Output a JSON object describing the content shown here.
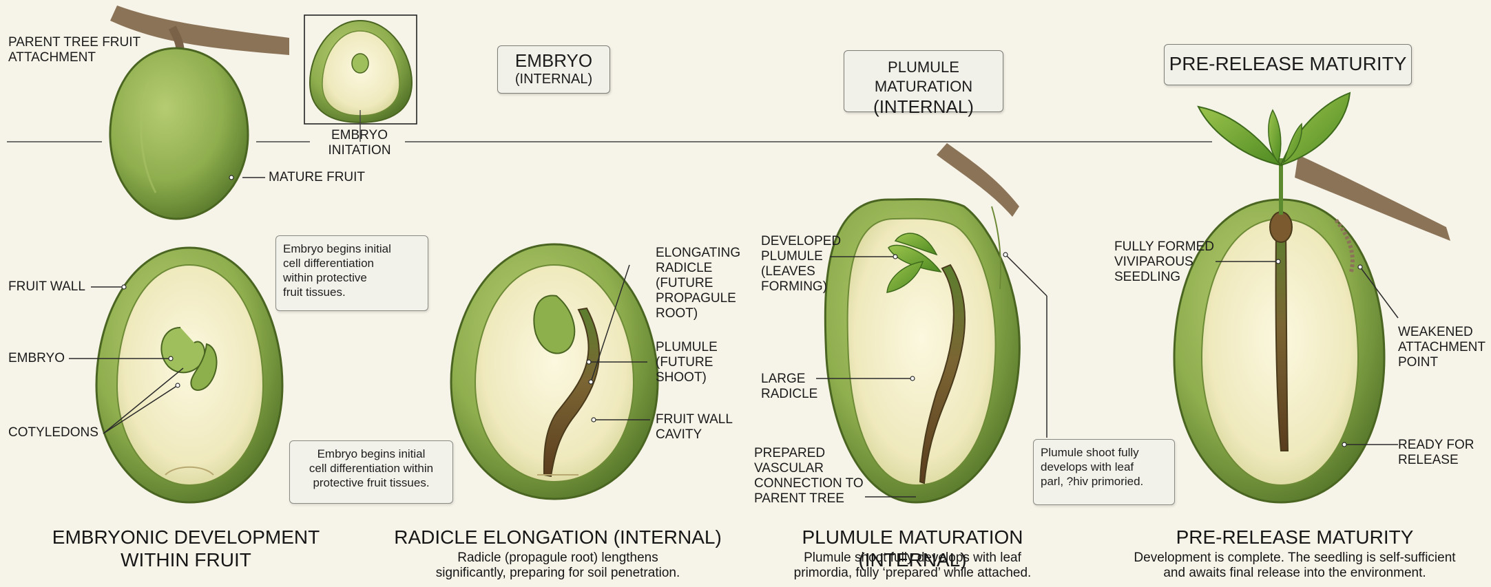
{
  "top_labels": {
    "parent_attachment": "PARENT TREE FRUIT\nATTACHMENT",
    "mature_fruit": "MATURE FRUIT",
    "embryo_initiation": "EMBRYO\nINITATION"
  },
  "header_boxes": {
    "embryo_title": "EMBRYO",
    "embryo_sub": "(INTERNAL)",
    "plumule_title": "PLUMULE MATURATION",
    "plumule_sub": "(INTERNAL)",
    "prerelease_title": "PRE-RELEASE MATURITY"
  },
  "stage1": {
    "fruit_wall": "FRUIT WALL",
    "embryo": "EMBRYO",
    "cotyledons": "COTYLEDONS",
    "note_top": "Embryo begins initial\ncell differentiation\nwithin protective\nfruit tissues.",
    "note_bottom": "Embryo begins initial\ncell differentiation within\nprotective fruit tissues.",
    "title": "EMBRYONIC DEVELOPMENT\nWITHIN FRUIT"
  },
  "stage2": {
    "elongating_radicle": "ELONGATING\nRADICLE\n(FUTURE\nPROPAGULE\nROOT)",
    "plumule": "PLUMULE\n(FUTURE\nSHOOT)",
    "cavity": "FRUIT WALL\nCAVITY",
    "title": "RADICLE ELONGATION (INTERNAL)",
    "desc": "Radicle (propagule root) lengthens\nsignificantly, preparing for soil penetration."
  },
  "stage3": {
    "developed_plumule": "DEVELOPED\nPLUMULE\n(LEAVES\nFORMING)",
    "large_radicle": "LARGE\nRADICLE",
    "vascular": "PREPARED\nVASCULAR\nCONNECTION TO\nPARENT TREE",
    "note": "Plumule shoot fully\ndevelops with leaf\nparl, ?hiv primoried.",
    "title": "PLUMULE MATURATION (INTERNAL)",
    "desc": "Plumule shoot fully develops with leaf\nprimordia, fully ‘prepared’ while attached."
  },
  "stage4": {
    "seedling": "FULLY FORMED\nVIVIPAROUS\nSEEDLING",
    "weakened": "WEAKENED\nATTACHMENT\nPOINT",
    "ready": "READY FOR\nRELEASE",
    "title": "PRE-RELEASE MATURITY",
    "desc": "Development is complete. The seedling is self-sufficient\nand awaits final release into the environment."
  },
  "colors": {
    "background": "#f6f3e8",
    "fruit_green": "#8fae4e",
    "fruit_dark": "#5d7d2b",
    "cavity": "#f1edc4",
    "radicle": "#7a5a2e",
    "branch": "#8b7358"
  }
}
